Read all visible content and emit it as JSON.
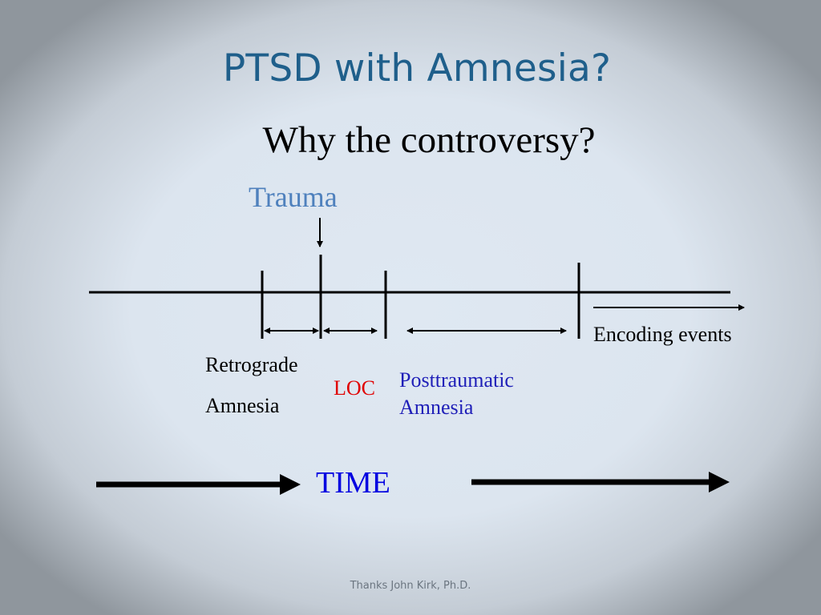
{
  "slide": {
    "title": "PTSD with Amnesia?",
    "subtitle": "Why the controversy?",
    "credit": "Thanks John Kirk, Ph.D."
  },
  "diagram": {
    "trauma_label": "Trauma",
    "encoding_label": "Encoding events",
    "retrograde_line1": "Retrograde",
    "retrograde_line2": "Amnesia",
    "loc_label": "LOC",
    "posttraumatic_line1": "Posttraumatic",
    "posttraumatic_line2": "Amnesia",
    "time_label": "TIME"
  },
  "colors": {
    "title": "#1f5f8b",
    "trauma": "#4f81bd",
    "loc": "#e00000",
    "posttraumatic": "#1f1fb8",
    "time": "#0000e0"
  }
}
